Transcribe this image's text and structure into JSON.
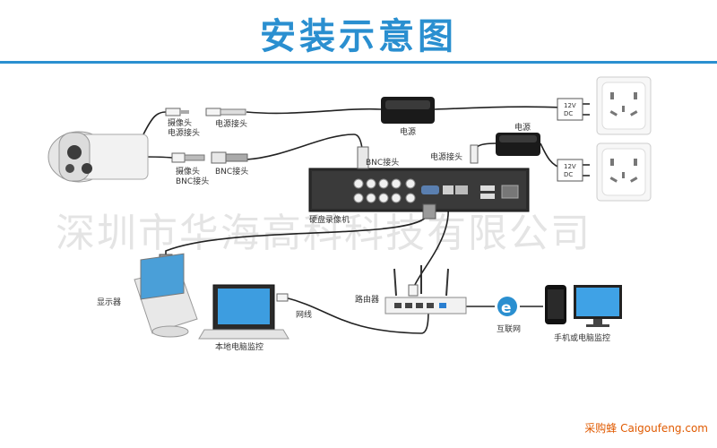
{
  "header": {
    "title": "安装示意图"
  },
  "watermark": "深圳市华海高科科技有限公司",
  "labels": {
    "camera_power": "摄像头\n电源接头",
    "power_connector_1": "电源接头",
    "camera_bnc": "摄像头\nBNC接头",
    "bnc_connector_1": "BNC接头",
    "power_1": "电源",
    "power_2": "电源",
    "bnc_connector_2": "BNC接头",
    "power_connector_2": "电源接头",
    "adapter_spec_1": "12V\nDC",
    "adapter_spec_2": "12V\nDC",
    "dvr": "硬盘录像机",
    "monitor": "显示器",
    "laptop": "本地电脑监控",
    "network_cable": "网线",
    "router": "路由器",
    "internet": "互联网",
    "mobile": "手机或电脑监控"
  },
  "footer": "采购蜂 Caigoufeng.com",
  "colors": {
    "title": "#2a8fd0",
    "footer": "#e05a00",
    "cable": "#222222"
  }
}
